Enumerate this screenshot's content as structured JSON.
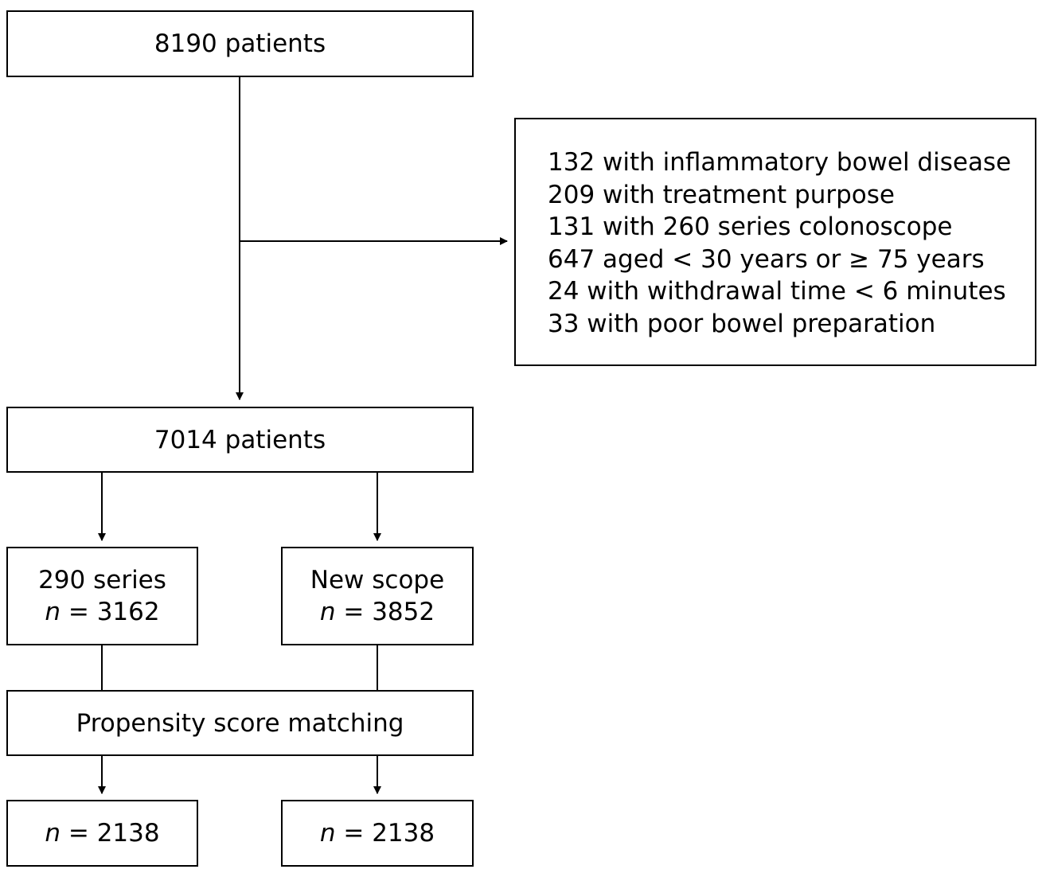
{
  "boxes": {
    "total": "8190 patients",
    "included": "7014 patients",
    "psm": "Propensity score matching"
  },
  "exclusions": [
    "132 with inflammatory bowel disease",
    "209 with treatment purpose",
    "131 with 260 series colonoscope",
    "647 aged < 30 years or ≥ 75 years",
    "24 with withdrawal time < 6 minutes",
    "33 with poor bowel preparation"
  ],
  "groups": {
    "left": {
      "title": "290 series",
      "n_symbol": "n",
      "n_rest": " = 3162"
    },
    "right": {
      "title": "New scope",
      "n_symbol": "n",
      "n_rest": " = 3852"
    }
  },
  "matched": {
    "left": {
      "n_symbol": "n",
      "n_rest": " = 2138"
    },
    "right": {
      "n_symbol": "n",
      "n_rest": " = 2138"
    }
  }
}
